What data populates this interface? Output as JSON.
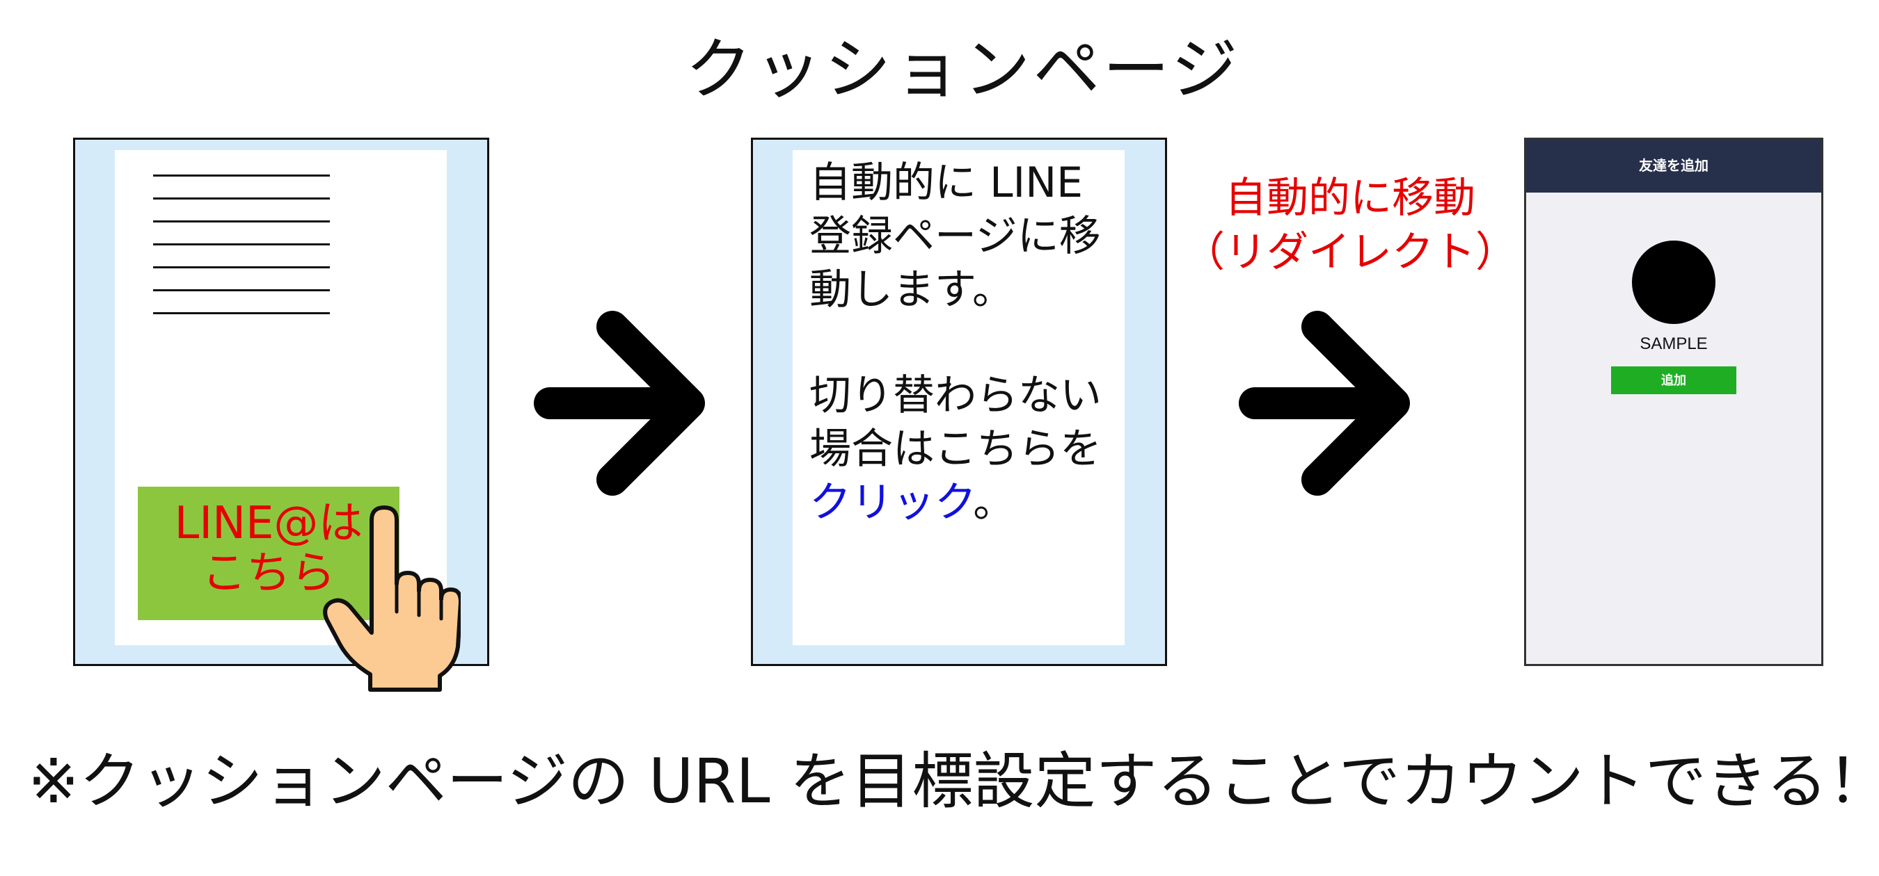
{
  "title": "クッションページ",
  "panel1": {
    "cta_line1": "LINE@は",
    "cta_line2": "こちら"
  },
  "panel2": {
    "lines": [
      "自動的に LINE",
      "登録ページに移",
      "動します。"
    ],
    "lines2": [
      "切り替わらない",
      "場合はこちらを"
    ],
    "link_text": "クリック",
    "link_suffix": "。"
  },
  "redirect_label": {
    "line1": "自動的に移動",
    "line2": "（リダイレクト）"
  },
  "phone": {
    "header_title": "友達を追加",
    "name": "SAMPLE",
    "add_label": "追加"
  },
  "footnote": "※クッションページの URL を目標設定することでカウントできる！",
  "colors": {
    "panel_bg": "#d6ebfa",
    "cta_bg": "#8cc63f",
    "cta_text": "#e60000",
    "link": "#1010e0",
    "phone_header": "#27304a",
    "add_button": "#1fae23"
  }
}
